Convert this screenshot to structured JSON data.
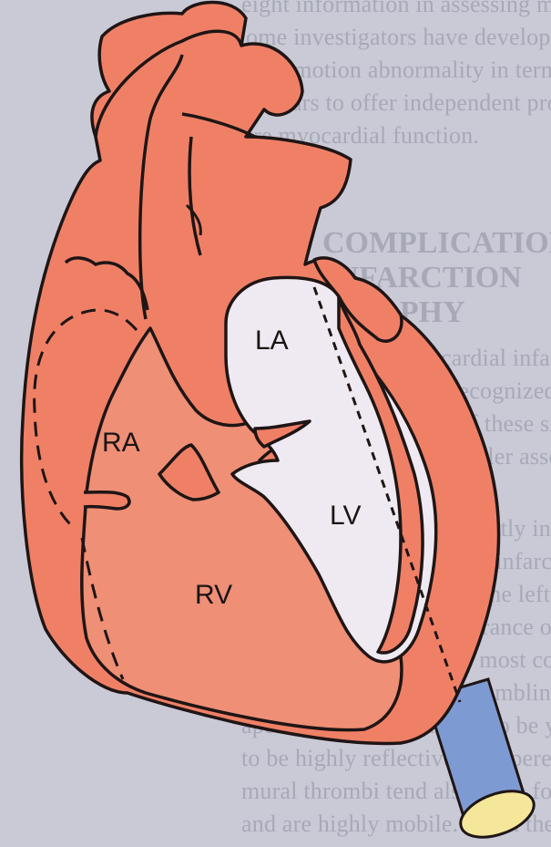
{
  "background_text": {
    "lines": [
      "eight information in assessing myocardial",
      "ome investigators have developed methods to",
      "wall motion abnormality in terms of scores",
      "appears to offer independent prognostic information",
      "ure myocardial function.",
      "ON OF COMPLICATIONS",
      "RDIAL INFARCTION",
      "ARDIOGRAPHY",
      "omplications of myocardial infarction are common",
      "rction can be quickly recognized by a bedside",
      "examination. In many of these situations",
      "y both imaging and Doppler assessment of",
      "ular thrombi occur frequently in the setting of",
      "unction and large anterior infarction. Echo",
      "These thrombi appear in the left ventricular",
      "echocardiographic appearance of mural",
      "which are in general the most common tend",
      "surface with a texture resembling liver. Thro",
      "apex of the chamber tend to be younger. Echo",
      "to be highly reflective or hyperechoic in",
      "mural thrombi tend also to be found to",
      "and are highly mobile. Often these"
    ]
  },
  "labels": {
    "la": "LA",
    "ra": "RA",
    "lv": "LV",
    "rv": "RV"
  },
  "colors": {
    "heart_fill": "#ef8066",
    "cavity_fill": "#efe9f1",
    "outline": "#1f1515",
    "probe_body": "#7e9ad2",
    "probe_cap": "#f4e79a"
  }
}
